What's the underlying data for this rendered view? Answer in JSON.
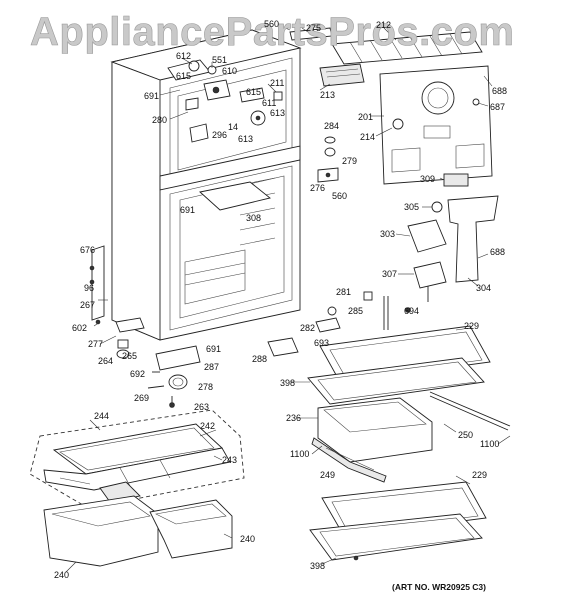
{
  "watermark": "AppliancePartsPros.com",
  "art_number": "(ART NO. WR20925 C3)",
  "part_labels": {
    "p560a": "560",
    "p275": "275",
    "p212": "212",
    "p612": "612",
    "p551": "551",
    "p615a": "615",
    "p610": "610",
    "p691a": "691",
    "p211": "211",
    "p213": "213",
    "p688a": "688",
    "p615b": "615",
    "p611": "611",
    "p280": "280",
    "p613a": "613",
    "p14": "14",
    "p296": "296",
    "p613b": "613",
    "p201": "201",
    "p687": "687",
    "p214": "214",
    "p284": "284",
    "p279": "279",
    "p276": "276",
    "p560b": "560",
    "p309": "309",
    "p691b": "691",
    "p308": "308",
    "p305": "305",
    "p303": "303",
    "p688b": "688",
    "p676": "676",
    "p96": "96",
    "p307": "307",
    "p304": "304",
    "p267": "267",
    "p281": "281",
    "p285": "285",
    "p694": "694",
    "p602": "602",
    "p282": "282",
    "p229a": "229",
    "p277": "277",
    "p693": "693",
    "p264": "264",
    "p265": "265",
    "p691c": "691",
    "p287": "287",
    "p288": "288",
    "p692": "692",
    "p398a": "398",
    "p278": "278",
    "p269": "269",
    "p263": "263",
    "p236": "236",
    "p250": "250",
    "p244": "244",
    "p242": "242",
    "p1100a": "1100",
    "p1100b": "1100",
    "p243": "243",
    "p249": "249",
    "p229b": "229",
    "p240a": "240",
    "p240b": "240",
    "p398b": "398"
  }
}
